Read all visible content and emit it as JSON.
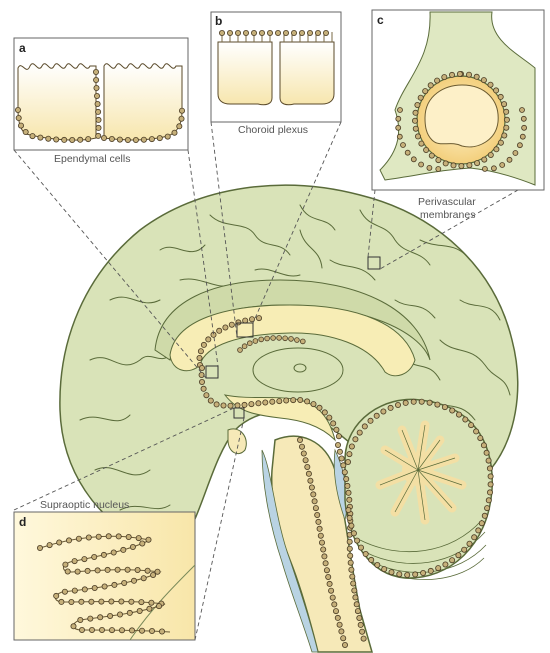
{
  "panels": {
    "a": {
      "letter": "a",
      "caption": "Ependymal cells"
    },
    "b": {
      "letter": "b",
      "caption": "Choroid plexus"
    },
    "c": {
      "letter": "c",
      "caption_line1": "Perivascular",
      "caption_line2": "membranes"
    },
    "d": {
      "letter": "d",
      "caption": "Supraoptic nucleus"
    }
  },
  "colors": {
    "brain": "#d9e3b8",
    "brain_outline": "#5a6b3a",
    "ventricle": "#f7edb5",
    "brainstem": "#f6e9b8",
    "csf_blue": "#b9d3e3",
    "bead": "#c6b07a",
    "bead_outline": "#4a3c25",
    "cell_fill": "#fbeec4",
    "vessel_fill": "#f5d587",
    "leader_line": "#555555"
  }
}
